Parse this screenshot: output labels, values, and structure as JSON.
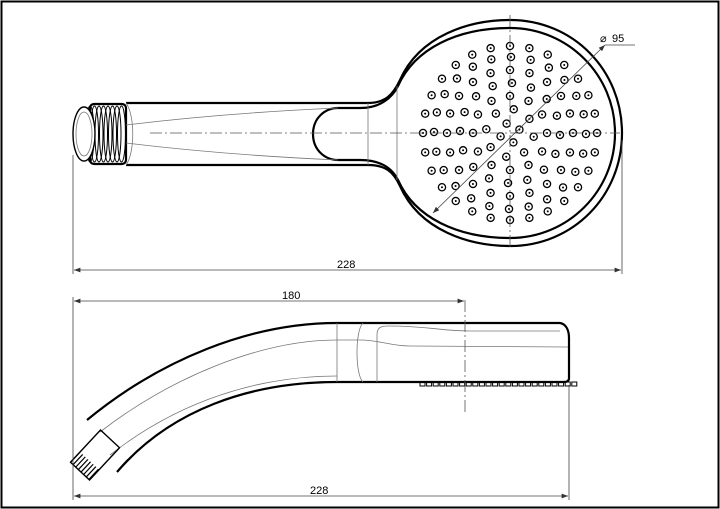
{
  "drawing": {
    "top_view": {
      "overall_length_label": "228",
      "face_diameter_symbol": "⌀",
      "face_diameter_value": "95"
    },
    "side_view": {
      "face_center_distance_label": "180",
      "overall_length_label": "228"
    }
  }
}
